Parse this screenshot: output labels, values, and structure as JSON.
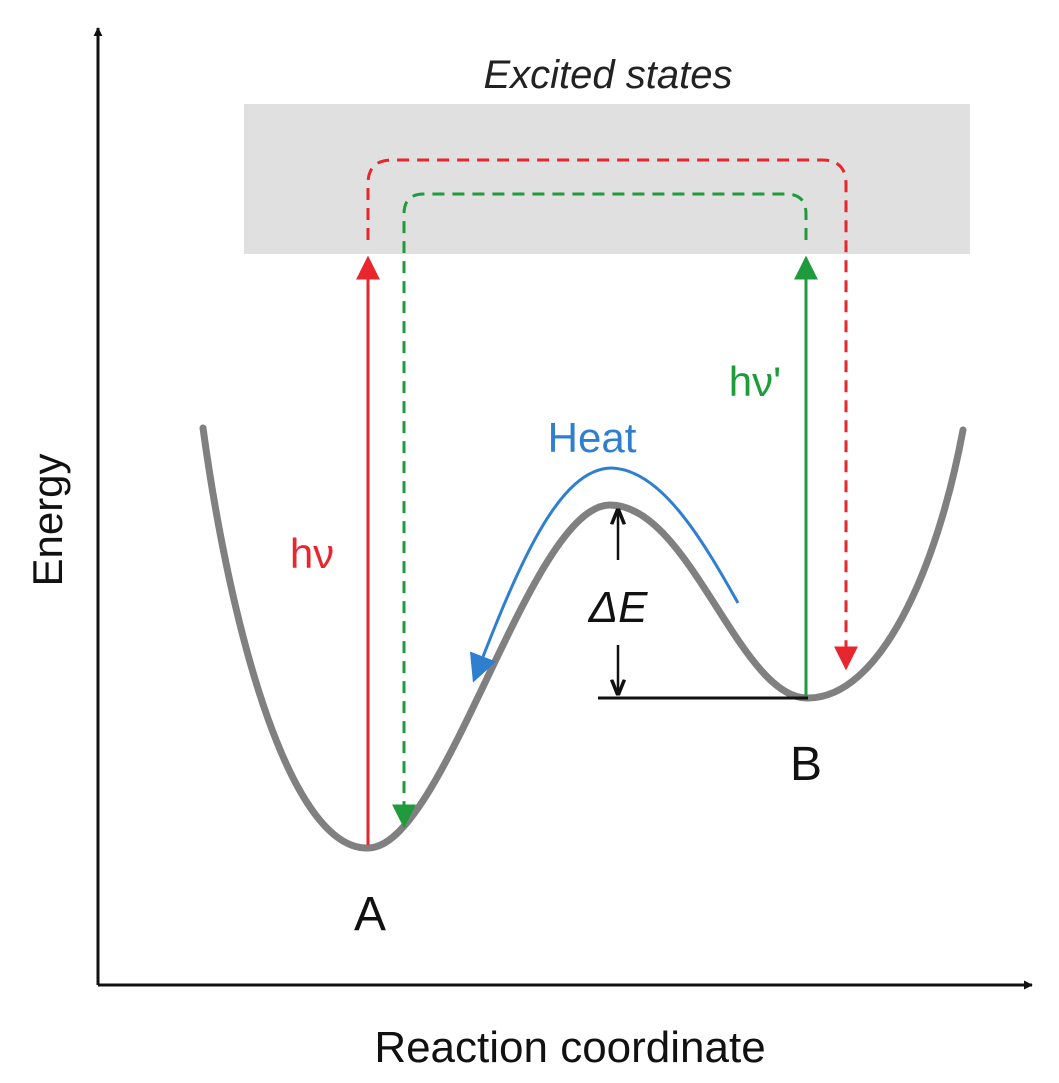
{
  "axes": {
    "y_label": "Energy",
    "x_label": "Reaction coordinate"
  },
  "excited_band": {
    "label": "Excited states"
  },
  "states": {
    "a": "A",
    "b": "B"
  },
  "transitions": {
    "hv": "hν",
    "hv_prime": "hν'",
    "heat": "Heat",
    "delta_e": "ΔE"
  },
  "colors": {
    "red": "#e8262d",
    "green": "#1f9a3c",
    "blue": "#2f7fd0",
    "curve": "#808080",
    "band": "#e0e0e0",
    "axis": "#111111"
  }
}
